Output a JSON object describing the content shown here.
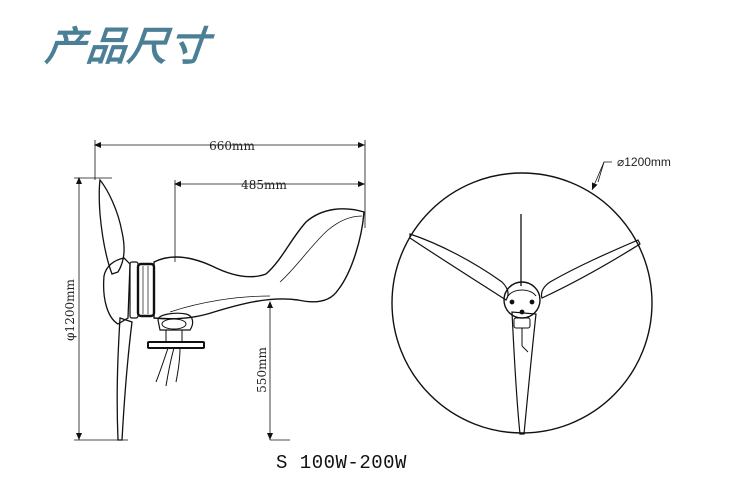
{
  "page_title": "产品尺寸",
  "dimensions": {
    "overall_length": "660mm",
    "body_length": "485mm",
    "rotor_diameter_side": "φ1200mm",
    "tower_height": "550mm",
    "rotor_diameter_front": "⌀1200mm"
  },
  "model_label": "S  100W-200W",
  "colors": {
    "title": "#4a7f95",
    "line": "#111111"
  }
}
